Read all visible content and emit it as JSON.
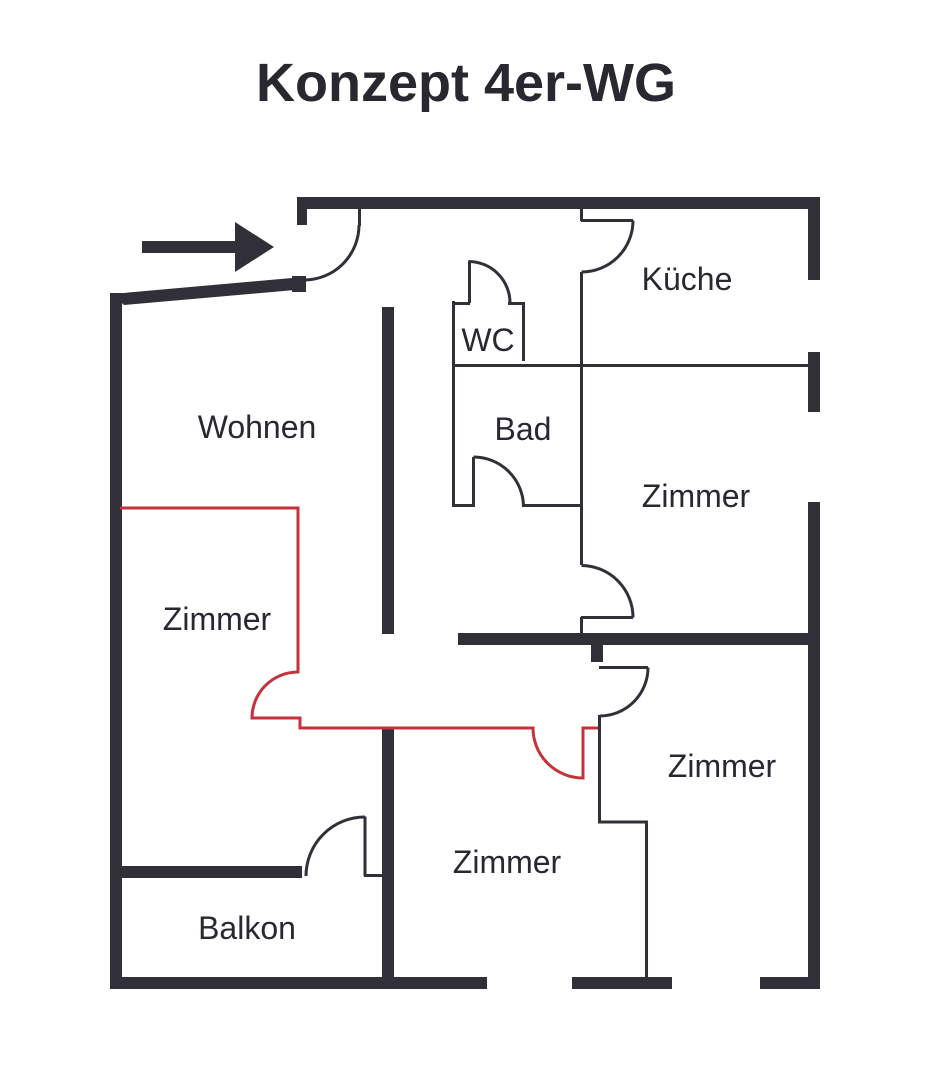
{
  "title": "Konzept 4er-WG",
  "labels": {
    "kueche": "Küche",
    "wc": "WC",
    "bad": "Bad",
    "wohnen": "Wohnen",
    "zimmer_links": "Zimmer",
    "zimmer_mitte_rechts": "Zimmer",
    "zimmer_unten_rechts": "Zimmer",
    "zimmer_unten": "Zimmer",
    "balkon": "Balkon"
  },
  "icons": {
    "entrance_arrow": "arrow-right-icon"
  },
  "colors": {
    "background": "#ffffff",
    "wall": "#312f38",
    "red": "#c4323b",
    "text": "#29272f"
  }
}
